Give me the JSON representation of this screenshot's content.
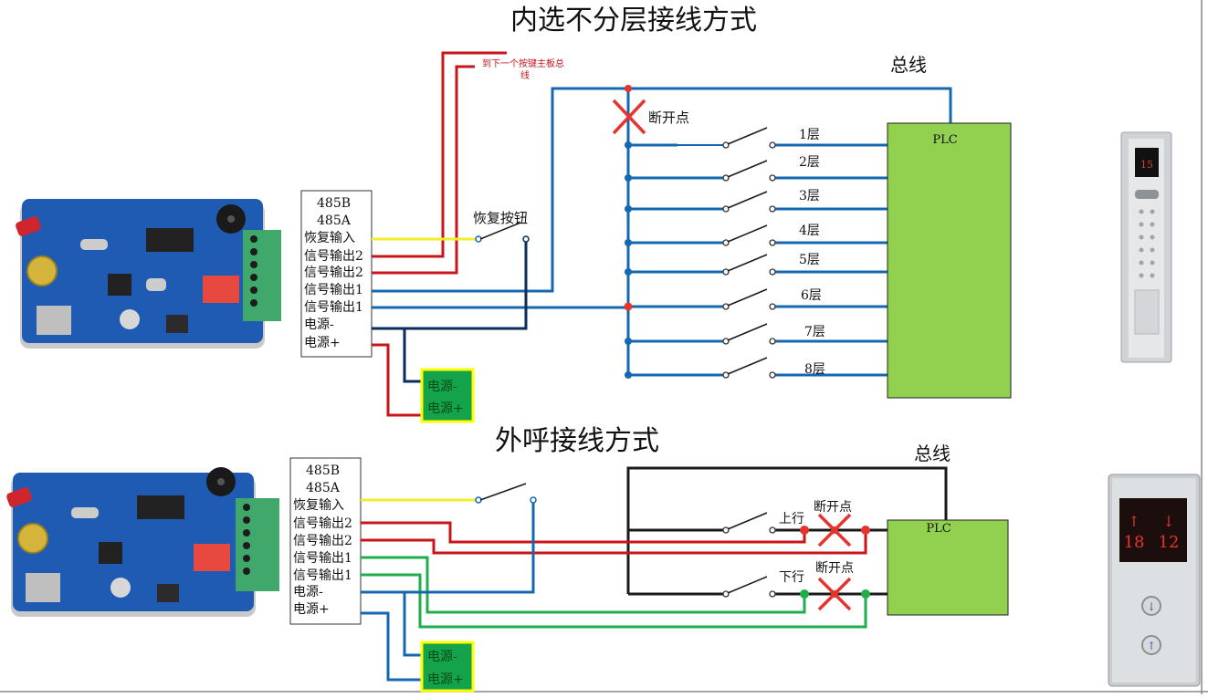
{
  "top": {
    "title": "内选不分层接线方式",
    "bus_label": "总线",
    "next_board_note_line1": "到下一个按键主板总",
    "next_board_note_line2": "线",
    "break_point_label": "断开点",
    "restore_button_label": "恢复按钮",
    "plc_label": "PLC",
    "terminal_labels": [
      "485B",
      "485A",
      "恢复输入",
      "信号输出2",
      "信号输出2",
      "信号输出1",
      "信号输出1",
      "电源-",
      "电源+"
    ],
    "floors": [
      "1层",
      "2层",
      "3层",
      "4层",
      "5层",
      "6层",
      "7层",
      "8层"
    ],
    "power_minus": "电源-",
    "power_plus": "电源+"
  },
  "bottom": {
    "title": "外呼接线方式",
    "bus_label": "总线",
    "plc_label": "PLC",
    "terminal_labels": [
      "485B",
      "485A",
      "恢复输入",
      "信号输出2",
      "信号输出2",
      "信号输出1",
      "信号输出1",
      "电源-",
      "电源+"
    ],
    "up_label": "上行",
    "down_label": "下行",
    "break_point_label": "断开点",
    "power_minus": "电源-",
    "power_plus": "电源+"
  },
  "hall_panel": {
    "up_floor": "18",
    "down_floor": "12"
  },
  "car_panel": {
    "display": "15"
  },
  "colors": {
    "yellow_wire": "#f2ee2a",
    "red_wire": "#c8141b",
    "blue_wire": "#1467b0",
    "navy_wire": "#0a2b5e",
    "green_wire": "#1fae4c",
    "plc_fill": "#92d050",
    "power_box_fill": "#14a34a",
    "power_box_border": "#ffff00"
  }
}
